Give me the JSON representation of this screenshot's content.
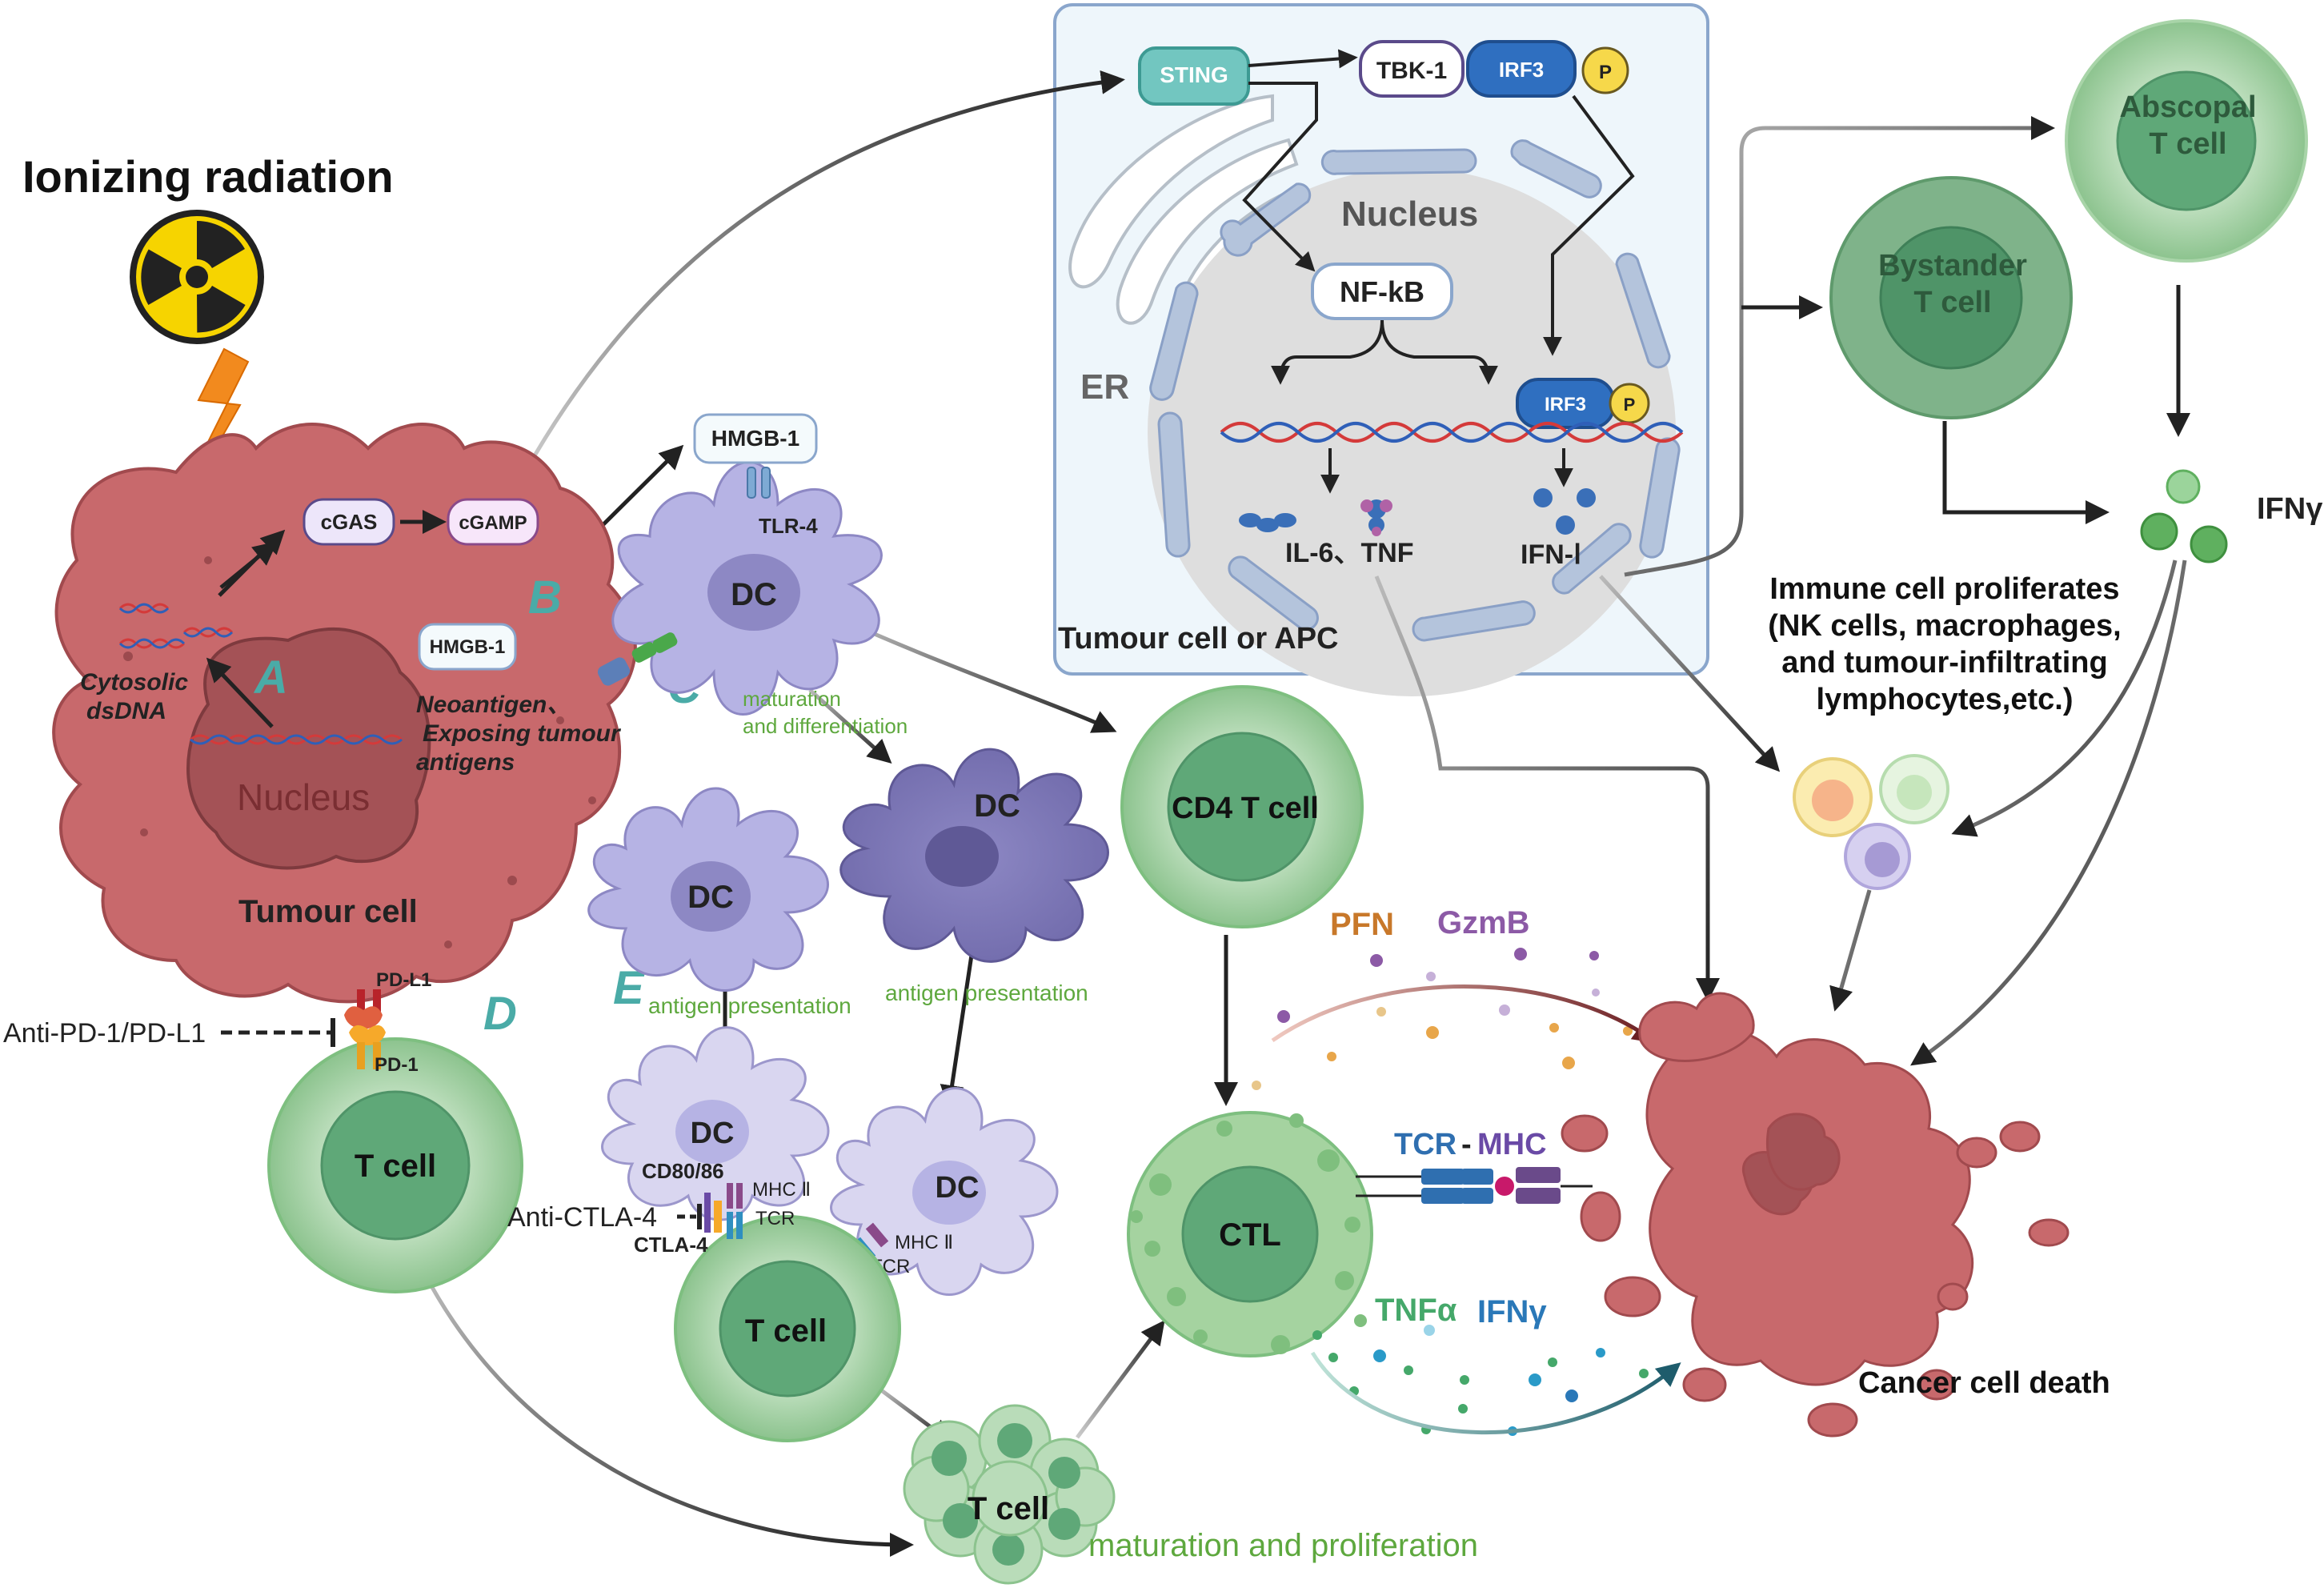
{
  "radiation": {
    "title": "Ionizing radiation"
  },
  "tumour": {
    "label": "Tumour cell",
    "nucleus": "Nucleus",
    "cgas": "cGAS",
    "cgamp": "cGAMP",
    "dsdna_line1": "Cytosolic",
    "dsdna_line2": "dsDNA",
    "hmgb1": "HMGB-1",
    "neo_line1": "Neoantigen、",
    "neo_line2": "Exposing tumour",
    "neo_line3": "antigens",
    "pdl1": "PD-L1",
    "pd1": "PD-1"
  },
  "letters": {
    "a": "A",
    "b": "B",
    "c": "C",
    "d": "D",
    "e": "E"
  },
  "inhibitors": {
    "anti_pd1": "Anti-PD-1/PD-L1",
    "anti_ctla4": "Anti-CTLA-4"
  },
  "dc": {
    "label": "DC",
    "hmgb1": "HMGB-1",
    "tlr4": "TLR-4",
    "maturation_line1": "maturation",
    "maturation_line2": "and differentiation",
    "antigen_presentation": "antigen presentation",
    "cd80": "CD80/86",
    "mhc2": "MHC Ⅱ",
    "tcr": "TCR",
    "ctla4": "CTLA-4"
  },
  "pathway": {
    "sting": "STING",
    "tbk1": "TBK-1",
    "irf3": "IRF3",
    "p": "P",
    "nucleus": "Nucleus",
    "nfkb": "NF-kB",
    "er": "ER",
    "il6_tnf": "IL-6、TNF",
    "ifn1": "IFN-Ⅰ",
    "box_label": "Tumour cell or APC"
  },
  "tcells": {
    "tcell": "T cell",
    "cd4": "CD4 T cell",
    "ctl": "CTL",
    "abscopal_line1": "Abscopal",
    "abscopal_line2": "T cell",
    "bystander_line1": "Bystander",
    "bystander_line2": "T cell",
    "maturation_proliferation": "maturation and proliferation"
  },
  "effectors": {
    "ifng": "IFNγ",
    "pfn": "PFN",
    "gzmb": "GzmB",
    "tcr": "TCR",
    "dash": "-",
    "mhc": "MHC",
    "tnfa": "TNFα",
    "ifng2": "IFNγ",
    "immune_line1": "Immune cell proliferates",
    "immune_line2": "(NK cells, macrophages,",
    "immune_line3": "and tumour-infiltrating",
    "immune_line4": "lymphocytes,etc.)",
    "death": "Cancer cell  death"
  },
  "colors": {
    "tumour": "#c8696c",
    "dc": "#b6b3e4",
    "tcell_outer": "#b4d9b4",
    "tcell_inner": "#5fa878",
    "letter": "#4aaba7",
    "green_text": "#5ea83e",
    "pfn": "#c8782a",
    "gzmb": "#8c5aa6",
    "tnfa": "#45a86a",
    "ifng": "#2a78b8",
    "arrow": "#222222",
    "box_bg": "#eef6fb",
    "box_border": "#8aa6cc"
  }
}
